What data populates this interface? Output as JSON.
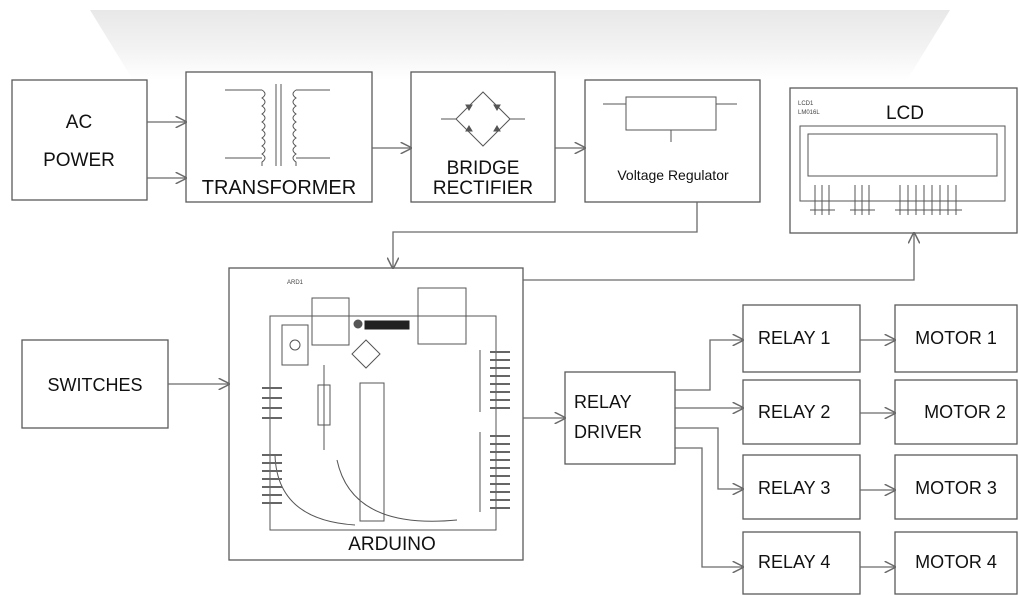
{
  "blocks": {
    "ac_power": [
      "AC",
      "POWER"
    ],
    "transformer": "TRANSFORMER",
    "bridge": [
      "BRIDGE",
      "RECTIFIER"
    ],
    "regulator": "Voltage Regulator",
    "lcd": "LCD",
    "lcd_ref": "LCD1",
    "lcd_part": "LM016L",
    "arduino": "ARDUINO",
    "arduino_ref": "ARD1",
    "switches": "SWITCHES",
    "relay_driver": [
      "RELAY",
      "DRIVER"
    ],
    "relays": [
      "RELAY 1",
      "RELAY 2",
      "RELAY 3",
      "RELAY 4"
    ],
    "motors": [
      "MOTOR 1",
      "MOTOR 2",
      "MOTOR 3",
      "MOTOR 4"
    ]
  }
}
